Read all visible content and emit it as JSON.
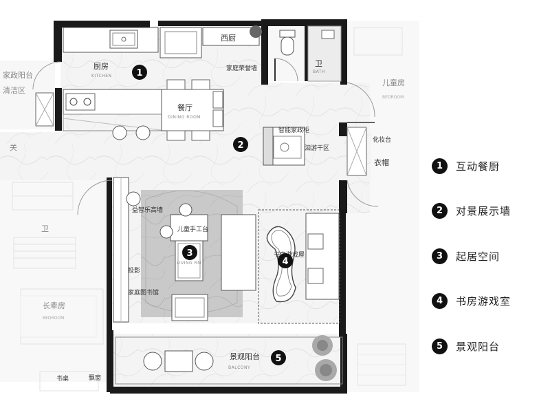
{
  "rooms": {
    "kitchen": {
      "cn": "厨房",
      "en": "KITCHEN"
    },
    "western_kitchen": {
      "cn": "西厨"
    },
    "honor_wall": {
      "cn": "家庭荣誉墙"
    },
    "dining": {
      "cn": "餐厅",
      "en": "DINING ROOM"
    },
    "bath": {
      "cn": "卫",
      "en": "BATH"
    },
    "smart_housekeeping": {
      "cn": "智能家政柜"
    },
    "dry_zone": {
      "cn": "洄游干区"
    },
    "housekeeping_balcony": {
      "cn": "家政阳台"
    },
    "cleaning_zone": {
      "cn": "清洁区"
    },
    "entry": {
      "cn": "关"
    },
    "kids_room": {
      "cn": "儿童房",
      "en": "BEDROOM"
    },
    "makeup_table": {
      "cn": "化妆台"
    },
    "wardrobe": {
      "cn": "衣帽"
    },
    "music_wall": {
      "cn": "益智乐高墙"
    },
    "kids_worktable": {
      "cn": "儿童手工台"
    },
    "living": {
      "en": "LIVING RM"
    },
    "projection": {
      "cn": "投影"
    },
    "library": {
      "cn": "家庭图书馆"
    },
    "study_play": {
      "cn": "书房游戏屋"
    },
    "left_bath": {
      "cn": "卫"
    },
    "elder_room": {
      "cn": "长辈房",
      "en": "BEDROOM"
    },
    "desk": {
      "cn": "书桌"
    },
    "bay_window": {
      "cn": "飘窗"
    },
    "balcony": {
      "cn": "景观阳台",
      "en": "BALCONY"
    }
  },
  "markers": [
    "1",
    "2",
    "3",
    "4",
    "5"
  ],
  "legend": [
    {
      "num": "1",
      "label": "互动餐厨"
    },
    {
      "num": "2",
      "label": "对景展示墙"
    },
    {
      "num": "3",
      "label": "起居空间"
    },
    {
      "num": "4",
      "label": "书房游戏室"
    },
    {
      "num": "5",
      "label": "景观阳台"
    }
  ]
}
